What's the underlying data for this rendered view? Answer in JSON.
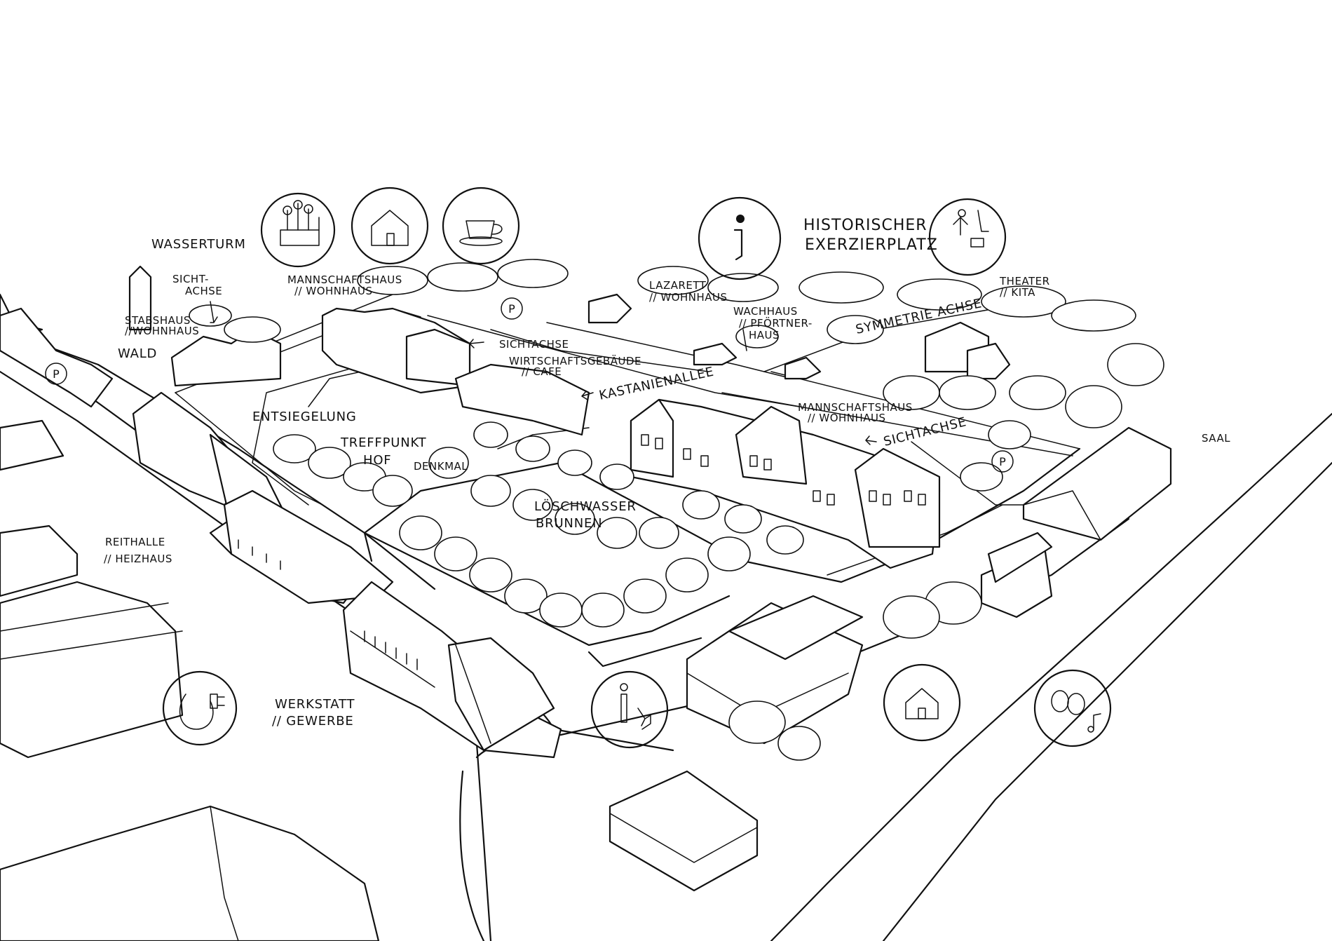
{
  "labels": {
    "wasserturm": "WASSERTURM",
    "sicht_achse": [
      "SICHT-",
      "ACHSE"
    ],
    "stabshaus": [
      "STABSHAUS",
      "//WOHNHAUS"
    ],
    "wald": "WALD",
    "mannschaftshaus_top": [
      "MANNSCHAFTSHAUS",
      "// WOHNHAUS"
    ],
    "lazarett": [
      "LAZARETT",
      "// WOHNHAUS"
    ],
    "historischer": [
      "HISTORISCHER",
      "EXERZIERPLATZ"
    ],
    "theater": [
      "THEATER",
      "// KITA"
    ],
    "wachhaus": [
      "WACHHAUS",
      "// PFÖRTNER-",
      "HAUS"
    ],
    "symmetrie": "SYMMETRIE ACHSE",
    "sichtachse_mid": "SICHTACHSE",
    "wirtschaft": [
      "WIRTSCHAFTSGEBÄUDE",
      "// CAFE"
    ],
    "kastanienallee": "KASTANIENALLEE",
    "mannschaftshaus_right": [
      "MANNSCHAFTSHAUS",
      "// WOHNHAUS"
    ],
    "sichtachse_right": "SICHTACHSE",
    "saal": "SAAL",
    "entsiegelung": "ENTSIEGELUNG",
    "treffpunkt": [
      "TREFFPUNKT",
      "HOF"
    ],
    "denkmal": "DENKMAL",
    "loeschwasser": [
      "LÖSCHWASSER",
      "BRUNNEN"
    ],
    "reithalle": [
      "REITHALLE",
      "// HEIZHAUS"
    ],
    "werkstatt": [
      "WERKSTATT",
      "// GEWERBE"
    ]
  },
  "parking": [
    "P",
    "P",
    "P"
  ],
  "icons": [
    "plants-icon",
    "house-icon",
    "coffee-cup-icon",
    "info-icon",
    "playground-icon",
    "plug-icon",
    "monument-icon",
    "house-icon",
    "theater-masks-icon"
  ]
}
